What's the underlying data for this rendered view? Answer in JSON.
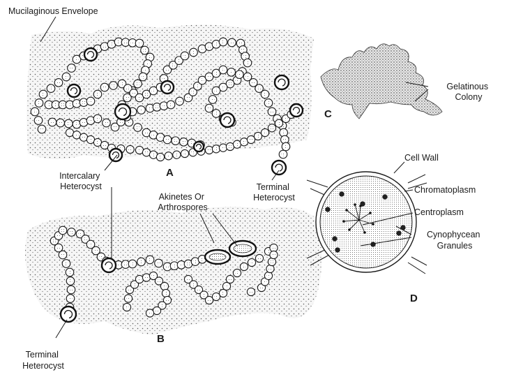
{
  "panels": {
    "a": "A",
    "b": "B",
    "c": "C",
    "d": "D"
  },
  "labels": {
    "mucilaginous_envelope": "Mucilaginous Envelope",
    "intercalary_heterocyst": [
      "Intercalary",
      "Heterocyst"
    ],
    "terminal_heterocyst_a": [
      "Terminal",
      "Heterocyst"
    ],
    "akinetes": [
      "Akinetes Or",
      "Arthrospores"
    ],
    "terminal_heterocyst_b": [
      "Terminal",
      "Heterocyst"
    ],
    "gelatinous_colony": [
      "Gelatinous",
      "Colony"
    ],
    "cell_wall": "Cell Wall",
    "chromatoplasm": "Chromatoplasm",
    "centroplasm": "Centroplasm",
    "cynophycean_granules": [
      "Cynophycean",
      "Granules"
    ]
  }
}
